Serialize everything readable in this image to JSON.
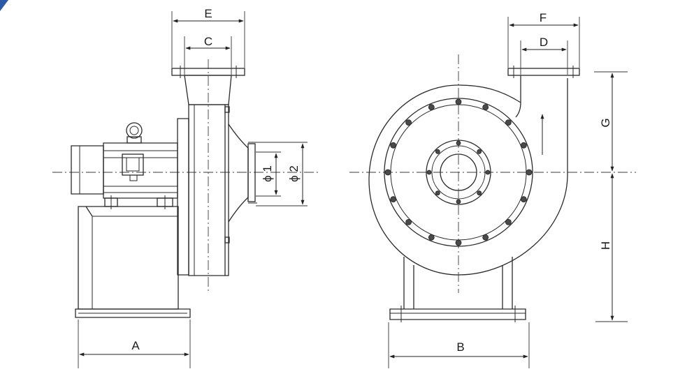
{
  "dimensions": {
    "A": "A",
    "B": "B",
    "C": "C",
    "D": "D",
    "E": "E",
    "F": "F",
    "G": "G",
    "H": "H",
    "phi1": "ϕ 1",
    "phi2": "ϕ 2"
  },
  "colors": {
    "line": "#2a2a2a",
    "corner_accent": "#2a5aa8"
  }
}
